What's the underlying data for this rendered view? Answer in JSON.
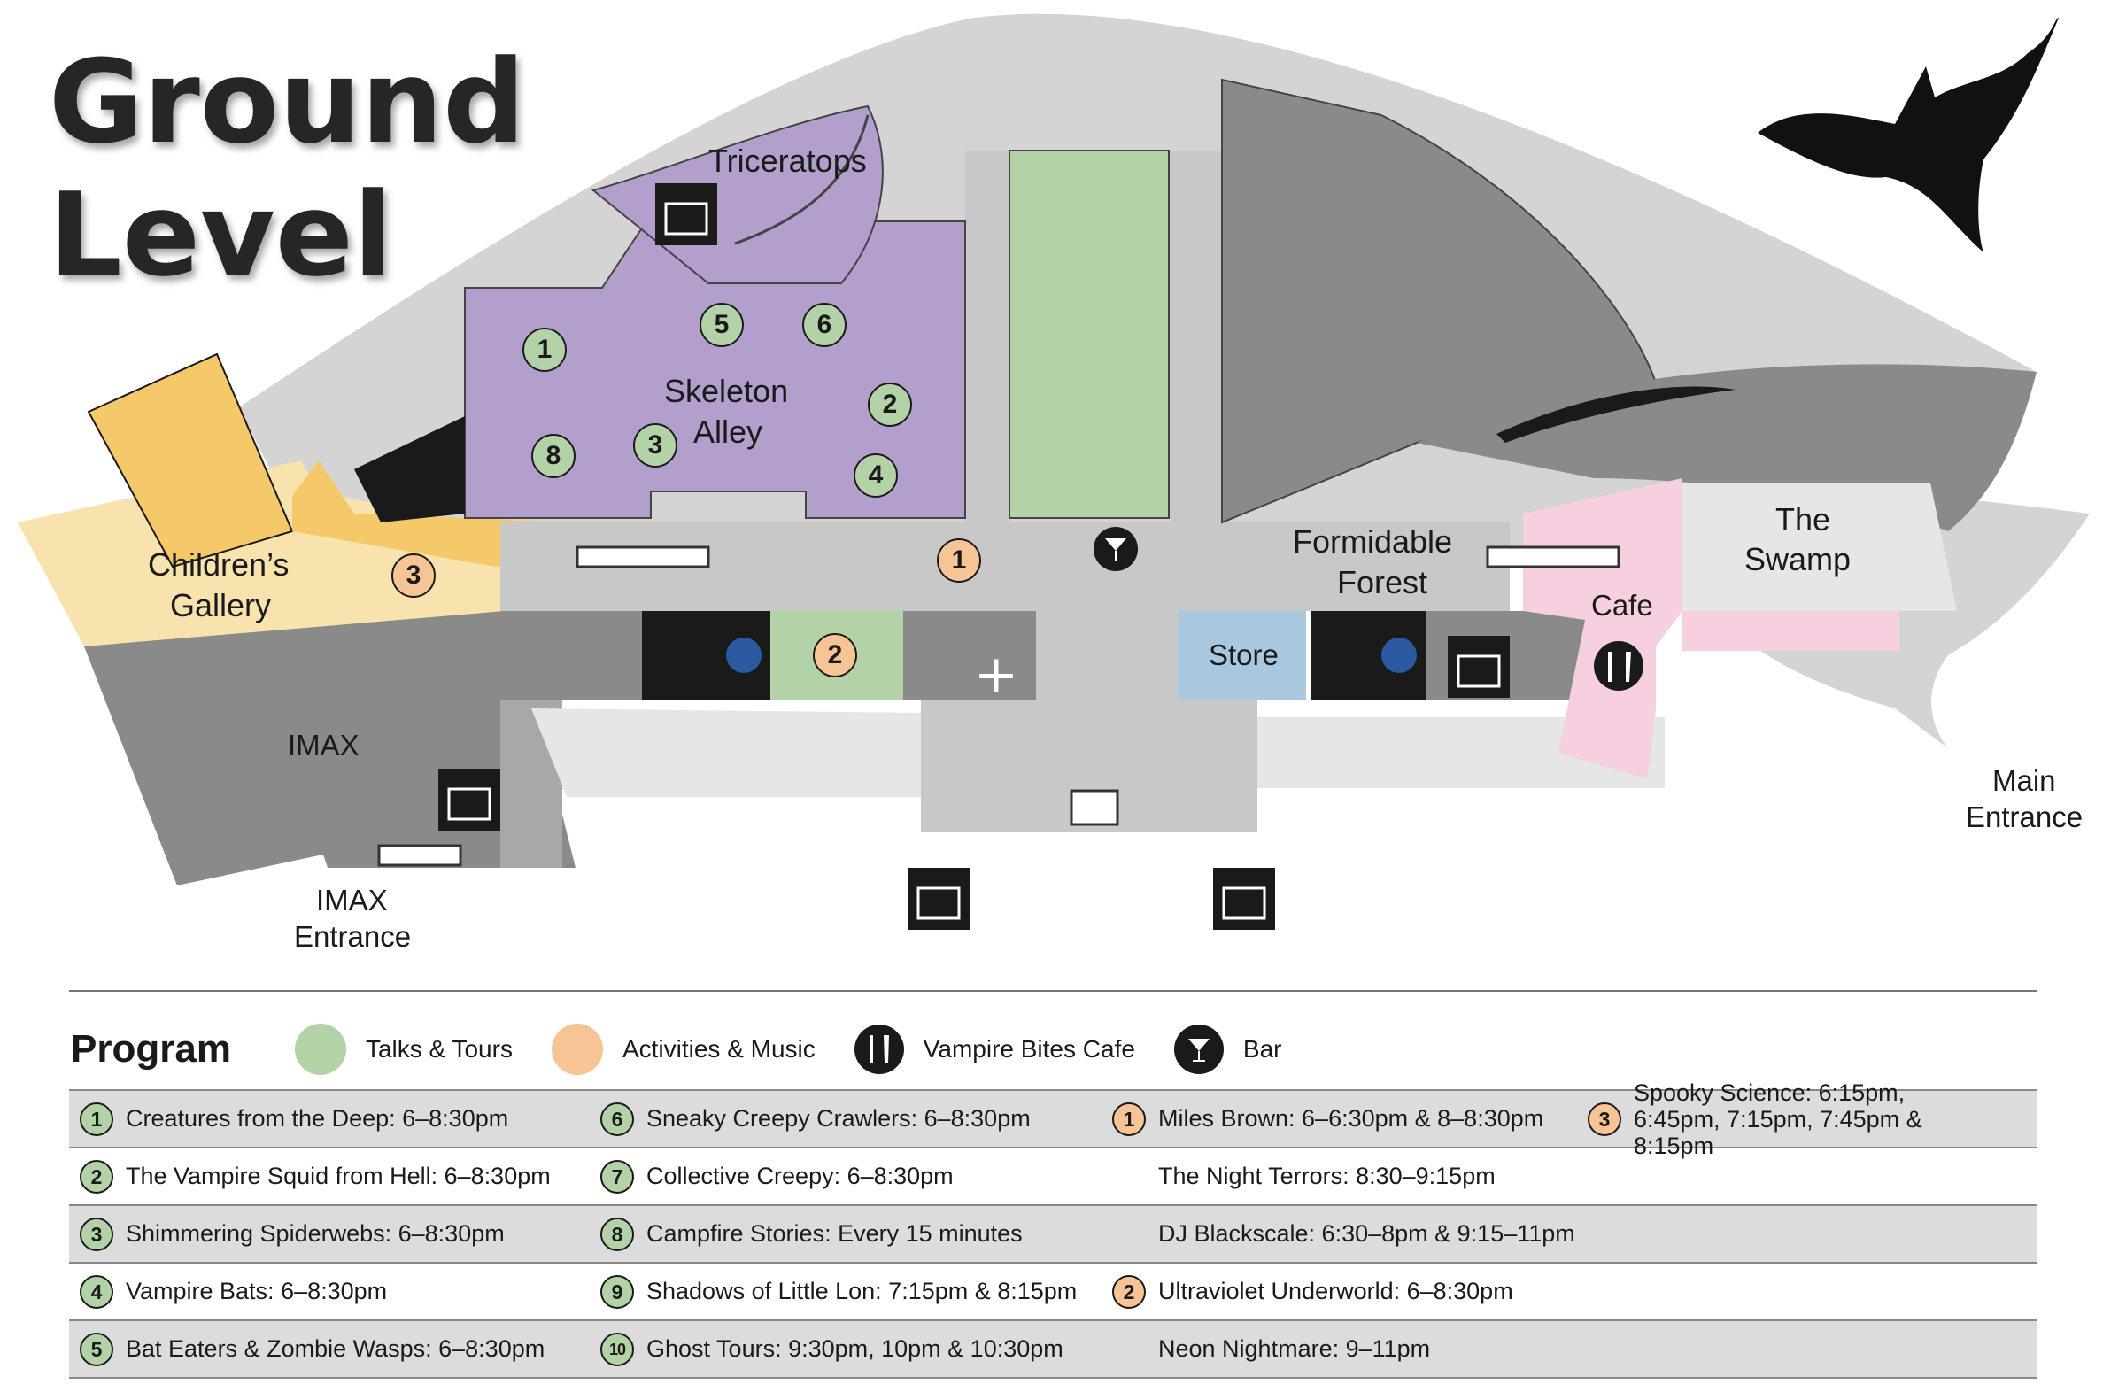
{
  "title": {
    "line1": "Ground",
    "line2": "Level"
  },
  "map_labels": {
    "triceratops": "Triceratops",
    "skeleton_alley_1": "Skeleton",
    "skeleton_alley_2": "Alley",
    "childrens_gallery_1": "Children’s",
    "childrens_gallery_2": "Gallery",
    "imax": "IMAX",
    "imax_entrance_1": "IMAX",
    "imax_entrance_2": "Entrance",
    "formidable_forest_1": "Formidable",
    "formidable_forest_2": "Forest",
    "store": "Store",
    "the_swamp_1": "The",
    "the_swamp_2": "Swamp",
    "cafe": "Cafe",
    "main_entrance_1": "Main",
    "main_entrance_2": "Entrance"
  },
  "map_markers": {
    "m1": "1",
    "m2": "2",
    "m3": "3",
    "m4": "4",
    "m5": "5",
    "m6": "6",
    "m8": "8",
    "o1": "1",
    "o2": "2",
    "o3": "3"
  },
  "legend": {
    "title": "Program",
    "talks": "Talks & Tours",
    "activities": "Activities & Music",
    "cafe": "Vampire Bites Cafe",
    "bar": "Bar"
  },
  "schedule": [
    [
      {
        "n": "1",
        "c": "g",
        "t": "Creatures from the Deep: 6–8:30pm"
      },
      {
        "n": "6",
        "c": "g",
        "t": "Sneaky Creepy Crawlers: 6–8:30pm"
      },
      {
        "n": "1",
        "c": "o",
        "t": "Miles Brown: 6–6:30pm & 8–8:30pm"
      },
      {
        "n": "3",
        "c": "o",
        "t": "Spooky Science: 6:15pm, 6:45pm, 7:15pm, 7:45pm & 8:15pm"
      }
    ],
    [
      {
        "n": "2",
        "c": "g",
        "t": "The Vampire Squid from Hell: 6–8:30pm"
      },
      {
        "n": "7",
        "c": "g",
        "t": "Collective Creepy: 6–8:30pm"
      },
      {
        "n": "",
        "c": "",
        "t": "The Night Terrors: 8:30–9:15pm"
      }
    ],
    [
      {
        "n": "3",
        "c": "g",
        "t": "Shimmering Spiderwebs: 6–8:30pm"
      },
      {
        "n": "8",
        "c": "g",
        "t": "Campfire Stories: Every 15 minutes"
      },
      {
        "n": "",
        "c": "",
        "t": "DJ Blackscale: 6:30–8pm & 9:15–11pm"
      }
    ],
    [
      {
        "n": "4",
        "c": "g",
        "t": "Vampire Bats: 6–8:30pm"
      },
      {
        "n": "9",
        "c": "g",
        "t": "Shadows of Little Lon: 7:15pm & 8:15pm"
      },
      {
        "n": "2",
        "c": "o",
        "t": "Ultraviolet Underworld: 6–8:30pm"
      }
    ],
    [
      {
        "n": "5",
        "c": "g",
        "t": "Bat Eaters & Zombie Wasps: 6–8:30pm"
      },
      {
        "n": "10",
        "c": "g",
        "t": "Ghost Tours: 9:30pm, 10pm & 10:30pm"
      },
      {
        "n": "",
        "c": "",
        "t": "Neon Nightmare: 9–11pm"
      }
    ]
  ],
  "colors": {
    "purple": "#b39fcc",
    "yellow_dark": "#f5c96a",
    "yellow_light": "#f8e3ae",
    "gray_dark": "#8a8a8a",
    "gray_mid": "#b4b4b4",
    "gray_light": "#d4d4d4",
    "green": "#b4d2a8",
    "orange": "#f7c496",
    "pink": "#f6cfe0",
    "blue": "#a9c8e0"
  },
  "icons": [
    "bat-icon",
    "elevator-icon",
    "restroom-icon",
    "accessible-icon",
    "first-aid-icon",
    "bar-icon",
    "cafe-icon",
    "stairs-icon",
    "family-icon"
  ]
}
